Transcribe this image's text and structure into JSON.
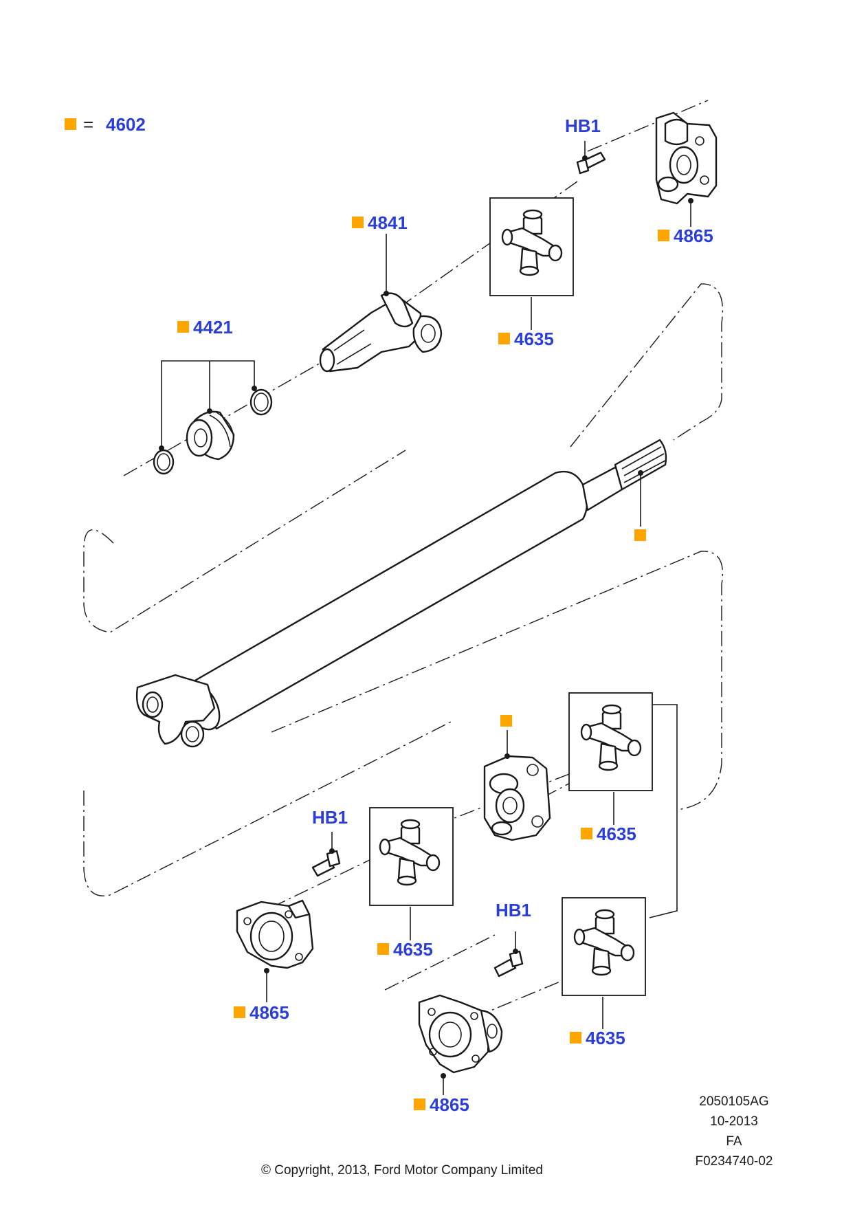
{
  "colors": {
    "label": "#2b3fd6",
    "marker": "#ffa500",
    "line": "#1a1a1a"
  },
  "legend": {
    "equals": "=",
    "code": "4602"
  },
  "labels": {
    "hb1_top": "HB1",
    "yoke_top": "4865",
    "slip_yoke": "4841",
    "ujoint_top": "4635",
    "damper": "4421",
    "ujoint_mid_right": "4635",
    "hb1_mid": "HB1",
    "ujoint_mid": "4635",
    "flange_left": "4865",
    "hb1_low": "HB1",
    "ujoint_low_right": "4635",
    "flange_low": "4865"
  },
  "footer": {
    "doc_code": "2050105AG",
    "date": "10-2013",
    "region": "FA",
    "figure_id": "F0234740-02",
    "copyright": "© Copyright, 2013, Ford Motor Company Limited"
  }
}
